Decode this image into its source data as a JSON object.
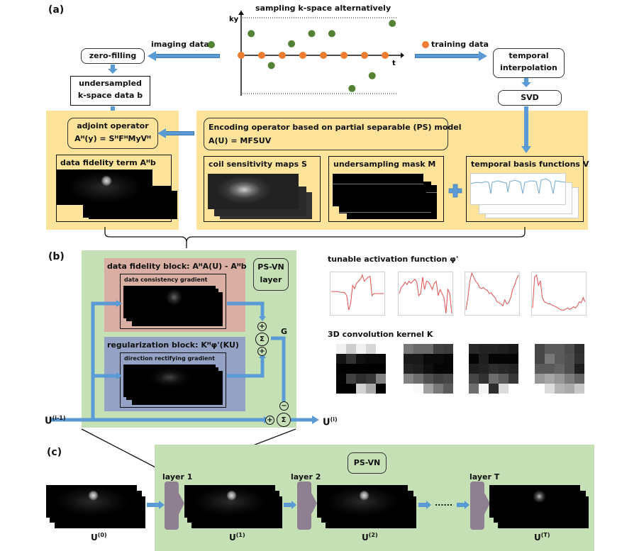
{
  "panels": {
    "a": "(a)",
    "b": "(b)",
    "c": "(c)"
  },
  "sampling": {
    "title": "sampling k-space alternatively",
    "axis_y": "ky",
    "axis_x": "t",
    "imaging_data_label": "imaging data",
    "training_data_label": "training data",
    "imaging_color": "#548235",
    "training_color": "#ed7d31",
    "imaging_points": [
      {
        "t": 0.5,
        "ky": 0.85
      },
      {
        "t": 1.5,
        "ky": -0.4
      },
      {
        "t": 2.5,
        "ky": 0.45
      },
      {
        "t": 3.5,
        "ky": 0.85
      },
      {
        "t": 4.5,
        "ky": 0.85
      },
      {
        "t": 5.5,
        "ky": -1.3
      },
      {
        "t": 6.5,
        "ky": -0.8
      },
      {
        "t": 7.5,
        "ky": 1.25
      }
    ],
    "training_count": 8
  },
  "a": {
    "zero_filling": "zero-filling",
    "undersampled_line1": "undersampled",
    "undersampled_line2": "k-space data  b",
    "temporal_interp_line1": "temporal",
    "temporal_interp_line2": "interpolation",
    "svd": "SVD",
    "adjoint_title": "adjoint operator",
    "adjoint_formula": "Aᴴ(y) = SᴴFᴴMyVᴴ",
    "encoding_title": "Encoding operator based on partial separable (PS) model",
    "encoding_formula": "A(U) = MFSUV",
    "data_fidelity_term": "data fidelity term  Aᴴb",
    "coil_maps": "coil sensitivity maps  S",
    "mask": "undersampling mask  M",
    "temporal_basis": "temporal basis functions  V",
    "plus": "+"
  },
  "b": {
    "data_fidelity_block": "data fidelity block:   AᴴA(U) - Aᴴb",
    "data_consistency": "data consistency gradient",
    "regularization_block": "regularization block:   Kᴴφ'(KU)",
    "direction_rectifying": "direction rectifying gradient",
    "psvn_layer_line1": "PS-VN",
    "psvn_layer_line2": "layer",
    "G": "G",
    "sigma": "Σ",
    "plus": "+",
    "minus": "−",
    "u_in": "U",
    "u_in_sup": "(i-1)",
    "u_out": "U",
    "u_out_sup": "(i)",
    "activation_title": "tunable activation function     φ'",
    "kernel_title": "3D convolution kernel     K",
    "kernels": [
      [
        [
          240,
          205,
          240,
          215,
          255
        ],
        [
          20,
          50,
          15,
          10,
          10
        ],
        [
          0,
          0,
          0,
          0,
          0
        ],
        [
          5,
          65,
          45,
          55,
          130
        ],
        [
          0,
          0,
          210,
          170,
          0
        ]
      ],
      [
        [
          120,
          105,
          105,
          65,
          60
        ],
        [
          25,
          25,
          10,
          10,
          5
        ],
        [
          35,
          30,
          15,
          5,
          5
        ],
        [
          130,
          110,
          80,
          65,
          70
        ],
        [
          255,
          250,
          160,
          120,
          90
        ]
      ],
      [
        [
          40,
          35,
          35,
          30,
          25
        ],
        [
          5,
          30,
          5,
          5,
          5
        ],
        [
          30,
          35,
          45,
          40,
          35
        ],
        [
          70,
          50,
          110,
          90,
          55
        ],
        [
          110,
          245,
          45,
          220,
          255
        ]
      ],
      [
        [
          70,
          90,
          90,
          75,
          45
        ],
        [
          70,
          120,
          90,
          80,
          50
        ],
        [
          90,
          90,
          100,
          80,
          30
        ],
        [
          150,
          165,
          150,
          125,
          100
        ],
        [
          255,
          220,
          180,
          170,
          200
        ]
      ]
    ],
    "activations": [
      [
        0.45,
        0.45,
        0.45,
        0.45,
        0.46,
        0.47,
        0.47,
        0.48,
        0.55,
        0.9,
        0.75,
        0.3,
        0.38,
        0.25,
        0.2,
        0.15,
        0.05,
        0.2,
        0.15,
        0.1,
        0.08,
        0.55,
        0.5,
        0.5,
        0.5,
        0.5,
        0.5,
        0.5
      ],
      [
        0.5,
        0.35,
        0.3,
        0.22,
        0.28,
        0.2,
        0.25,
        0.2,
        0.15,
        0.22,
        0.55,
        0.5,
        0.1,
        0.4,
        0.2,
        0.22,
        0.3,
        0.4,
        0.25,
        0.2,
        0.55,
        0.4,
        0.5,
        0.6,
        0.98,
        0.4,
        0.5,
        0.98
      ],
      [
        0.9,
        0.6,
        0.2,
        0.0,
        0.1,
        0.2,
        0.25,
        0.35,
        0.38,
        0.35,
        0.4,
        0.42,
        0.5,
        0.48,
        0.55,
        0.6,
        0.7,
        0.72,
        0.75,
        0.8,
        0.65,
        0.75,
        0.72,
        0.6,
        0.4,
        0.3,
        0.15,
        0.05
      ],
      [
        0.85,
        0.1,
        0.05,
        0.3,
        0.2,
        0.6,
        0.7,
        0.72,
        0.75,
        0.75,
        0.78,
        0.8,
        0.82,
        0.85,
        0.88,
        0.9,
        0.9,
        0.88,
        0.85,
        0.88,
        0.86,
        0.82,
        0.85,
        0.8,
        0.7,
        0.72,
        0.6,
        0.7
      ]
    ],
    "activation_color": "#e05050"
  },
  "c": {
    "psvn": "PS-VN",
    "layers": [
      "layer 1",
      "layer 2",
      "layer T"
    ],
    "outputs": [
      {
        "base": "U",
        "sup": "(0)"
      },
      {
        "base": "U",
        "sup": "(1)"
      },
      {
        "base": "U",
        "sup": "(2)"
      },
      {
        "base": "U",
        "sup": "(T)"
      }
    ],
    "ellipsis": "......"
  }
}
